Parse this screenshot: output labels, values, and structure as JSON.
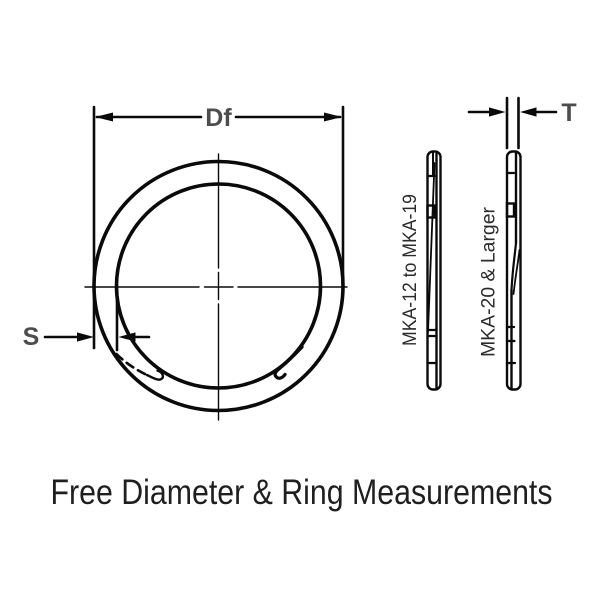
{
  "figure": {
    "caption": "Free Diameter & Ring Measurements",
    "dimensions": {
      "free_diameter_label": "Df",
      "radial_wall_label": "S",
      "thickness_label": "T"
    },
    "side_views": {
      "small_range_label": "MKA-12 to MKA-19",
      "large_range_label": "MKA-20 & Larger"
    },
    "colors": {
      "line": "#0a0a0a",
      "dimension_text": "#4d4d4d",
      "side_label_text": "#2b2b2b",
      "caption_text": "#1f1f1f",
      "background": "#ffffff"
    }
  }
}
